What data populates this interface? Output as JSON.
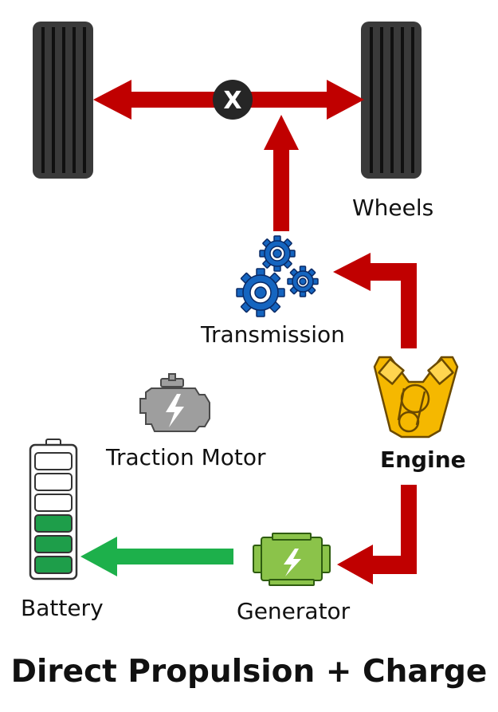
{
  "title": "Direct Propulsion + Charge",
  "labels": {
    "wheels": "Wheels",
    "transmission": "Transmission",
    "traction_motor": "Traction Motor",
    "engine": "Engine",
    "battery": "Battery",
    "generator": "Generator"
  },
  "differential_mark": "X",
  "battery": {
    "segments_total": 6,
    "segments_charged": 3
  },
  "icons": {
    "wheels": "tire-icon",
    "differential": "differential-icon",
    "transmission": "gears-icon",
    "traction_motor": "electric-motor-icon",
    "engine": "engine-icon",
    "battery": "battery-icon",
    "generator": "generator-icon"
  },
  "colors": {
    "mechanical_flow": "#c00000",
    "electrical_flow": "#1db04b",
    "tire": "#3a3a3a",
    "gears": "#1565c0",
    "engine": "#f5b800",
    "generator": "#8bc34a",
    "traction_motor": "#9e9e9e",
    "battery_charge": "#1e9e4a"
  }
}
